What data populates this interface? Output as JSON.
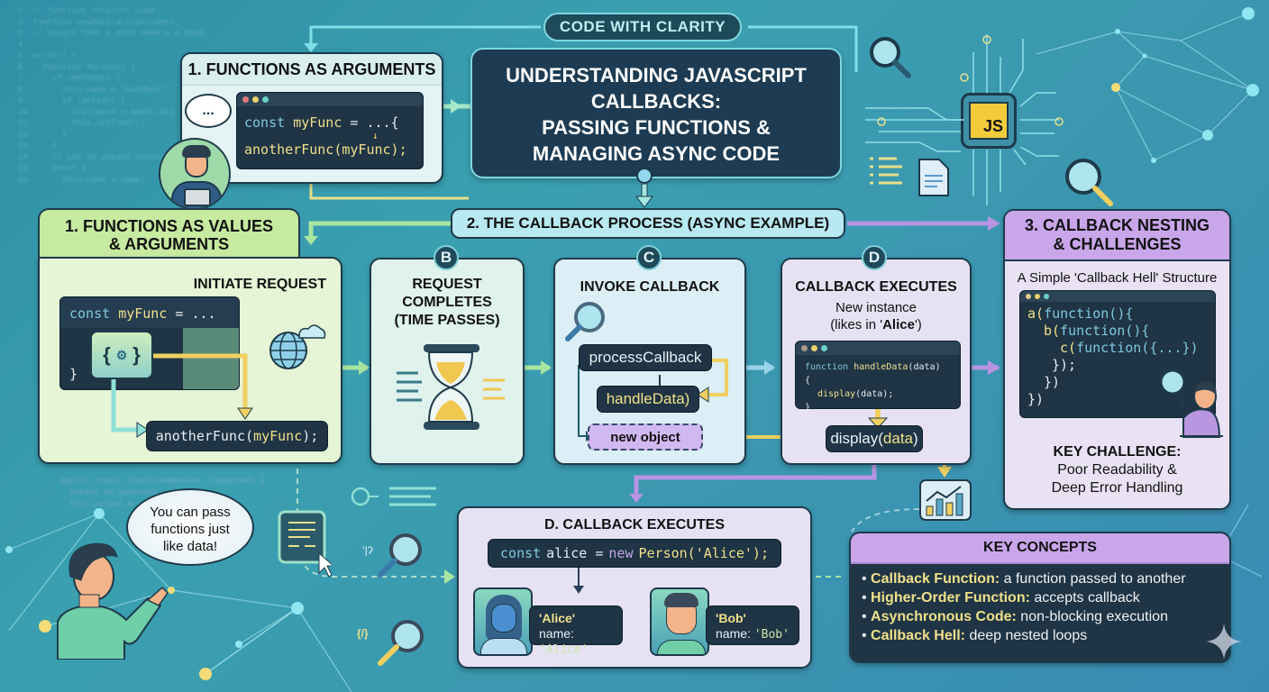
{
  "brand": "CODE WITH CLARITY",
  "title": {
    "line1": "UNDERSTANDING JAVASCRIPT",
    "line2": "CALLBACKS:",
    "line3": "PASSING FUNCTIONS &",
    "line4": "MANAGING ASYNC CODE"
  },
  "top_card": {
    "heading": "1. FUNCTIONS AS ARGUMENTS",
    "code_line1_kw": "const",
    "code_line1_name": "myFunc",
    "code_line1_rest": "= ...{",
    "code_line2": "anotherFunc(myFunc);",
    "thought": "..."
  },
  "js_badge": "JS",
  "section1": {
    "heading_line1": "1. FUNCTIONS AS VALUES",
    "heading_line2": "& ARGUMENTS",
    "step_label": "INITIATE REQUEST",
    "code_kw": "const",
    "code_name": "myFunc",
    "code_rest": "= ...",
    "code_brace_open": "{",
    "code_brace_close": "}",
    "close_brace": "}",
    "call_prefix": "anotherFunc(",
    "call_arg": "myFunc",
    "call_suffix": ");"
  },
  "section2": {
    "heading": "2. THE CALLBACK PROCESS (ASYNC EXAMPLE)",
    "step_b": {
      "badge": "B",
      "line1": "REQUEST",
      "line2": "COMPLETES",
      "line3": "(TIME PASSES)"
    },
    "step_c": {
      "badge": "C",
      "title": "INVOKE CALLBACK",
      "node1": "processCallback",
      "node2": "handleData)",
      "node3": "new object"
    },
    "step_d": {
      "badge": "D",
      "title": "CALLBACK EXECUTES",
      "sub1": "New instance",
      "sub2_pre": "(likes in '",
      "sub2_bold": "Alice",
      "sub2_post": "')",
      "code_kw": "function",
      "code_fn": "handleData",
      "code_rest": "(data) {",
      "code_line2_fn": "display",
      "code_line2_rest": "(data);",
      "code_line3": "}",
      "output_fn": "display(",
      "output_arg": "data",
      "output_close": ")"
    }
  },
  "section3": {
    "heading_line1": "3. CALLBACK NESTING",
    "heading_line2": "& CHALLENGES",
    "subtitle": "A Simple 'Callback Hell' Structure",
    "code": [
      {
        "id": "a(",
        "kw": "function(){"
      },
      {
        "id": "b(",
        "kw": "function(){"
      },
      {
        "id": "c(",
        "kw": "function({...})"
      },
      {
        "id": "",
        "kw": "});"
      },
      {
        "id": "",
        "kw": "})"
      },
      {
        "id": "",
        "kw": "})"
      }
    ],
    "challenge_title": "KEY CHALLENGE:",
    "challenge_line1": "Poor Readability &",
    "challenge_line2": "Deep Error Handling"
  },
  "bottom_d": {
    "title": "D. CALLBACK EXECUTES",
    "code_kw": "const",
    "code_var": "alice =",
    "code_new": "new",
    "code_call": "Person('Alice');",
    "persons": [
      {
        "label": "'Alice'",
        "prop": "name:",
        "value": "'Alice'"
      },
      {
        "label": "'Bob'",
        "prop": "name:",
        "value": "'Bob'"
      }
    ]
  },
  "speech": {
    "line1": "You can pass",
    "line2": "functions just",
    "line3": "like data!"
  },
  "key_concepts": {
    "title": "KEY CONCEPTS",
    "items": [
      {
        "term": "Callback Function:",
        "desc": "a function passed to another"
      },
      {
        "term": "Higher-Order Function:",
        "desc": "accepts callback"
      },
      {
        "term": "Asynchronous Code:",
        "desc": "non-blocking execution"
      },
      {
        "term": "Callback Hell:",
        "desc": "deep nested loops"
      }
    ]
  },
  "bg_code": {
    "top": "1  // function resolver comp.\n2  function newAbstraction(name);\n3  // Ensure that a data name = a bead;\n4\n5  error() {\n6    function Person() {\n7      if (method() {\n8        this.name = \"sandbox\",\n9        if (action) {\n10         //dispose = model.dis\n11         this.setTime();\n12       }\n13     }\n14     // set an expand concern\n15     const {\n16       this.name = name;",
    "bottom": "   public static FunctionHandler, rendered) {\n     tokens.ma.generate\n     this.output.m"
  },
  "colors": {
    "green_card": "#e6f5d6",
    "green_header": "#c6eaa0",
    "mint_card": "#dff2ec",
    "blue_card": "#dceef6",
    "lavender_card": "#e6e2f4",
    "purple_header": "#c9a6ea",
    "code_bg": "#1f3445",
    "yellow_accent": "#f0d060",
    "purple_accent": "#b48ae0"
  }
}
